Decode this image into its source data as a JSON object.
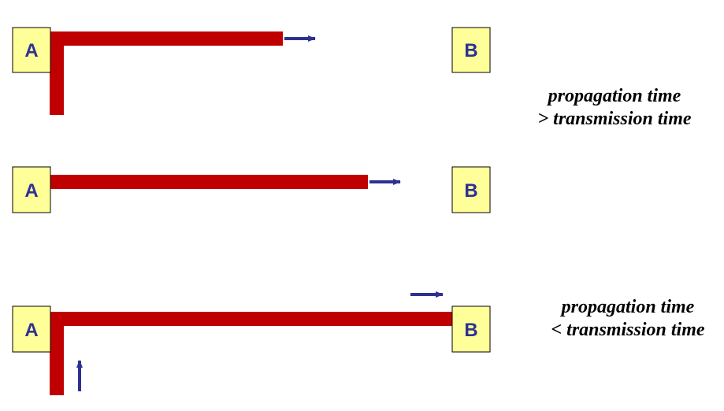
{
  "colors": {
    "signal": "#c00000",
    "arrow": "#2e3192",
    "node_fill": "#ffff99",
    "node_border": "#000000",
    "node_text": "#2e3192"
  },
  "nodes": {
    "sender_label": "A",
    "receiver_label": "B"
  },
  "captions": {
    "top": {
      "line1": "propagation time",
      "line2": "> transmission time"
    },
    "bottom": {
      "line1": "propagation time",
      "line2": "< transmission time"
    }
  },
  "icons": {
    "direction_arrow": "arrow-right-icon",
    "vertical_arrow": "arrow-up-icon"
  }
}
